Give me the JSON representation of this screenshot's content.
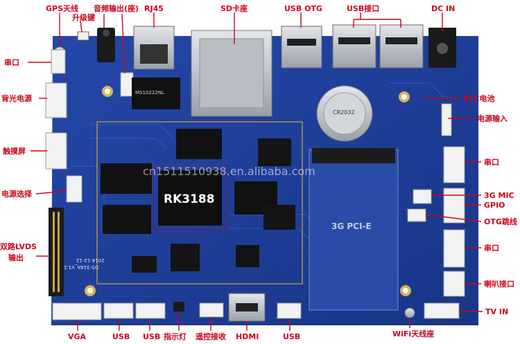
{
  "image": {
    "subject": "RK3188 development board with labeled connectors",
    "colors": {
      "board": "#1f3f9c",
      "board_dark": "#16307c",
      "label": "#d0021b",
      "chip": "#111111",
      "silver": "#c9ccd2",
      "white_conn": "#f2f2f2"
    }
  },
  "labels": {
    "gps": "GPS天线",
    "upgrade": "升级键",
    "audio": "音频输出(座)",
    "rj45": "RJ45",
    "sd": "SD卡座",
    "usb_otg": "USB OTG",
    "usb_ports": "USB接口",
    "dc_in": "DC IN",
    "serial_1": "串口",
    "backlight": "背光电源",
    "rtc": "RTC电池",
    "power_in": "电源输入",
    "touch": "触摸屏",
    "serial_2": "串口",
    "power_sel": "电源选择",
    "mic": "3G MIC",
    "gpio": "GPIO",
    "otg_jumper": "OTG跳线",
    "lvds_1": "双路LVDS",
    "lvds_2": "输出",
    "serial_3": "串口",
    "speaker": "喇叭接口",
    "tv_in": "TV IN",
    "wifi": "WiFi天线座",
    "vga": "VGA",
    "usb_b1": "USB",
    "usb_b2": "USB",
    "led": "指示灯",
    "ir": "遥控接收",
    "hdmi": "HDMI",
    "usb_b3": "USB"
  },
  "board": {
    "soc": "RK3188",
    "pcie": "3G PCI-E",
    "model": "DS-318A_V1.1",
    "date": "2014-12-12",
    "eth_module": "MS10222NL",
    "battery": "CR2032",
    "watermark": "cn1511510938.en.alibaba.com"
  }
}
